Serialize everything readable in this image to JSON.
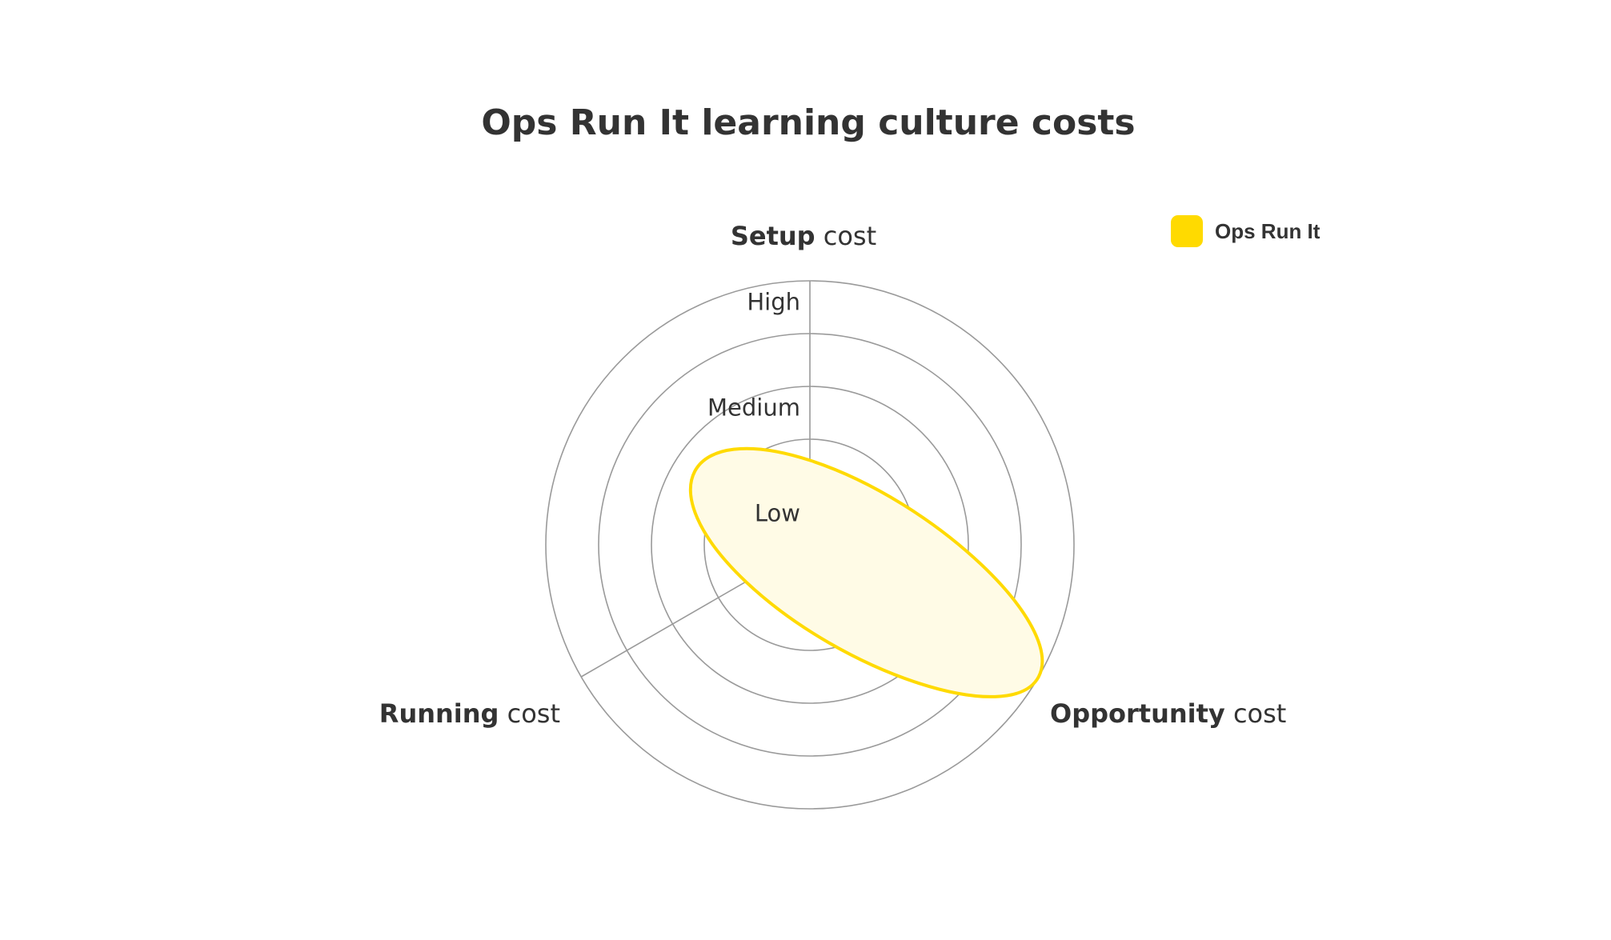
{
  "chart_data": {
    "type": "radar",
    "title": "Ops Run It learning culture costs",
    "axes": [
      {
        "bold": "Setup",
        "rest": "cost"
      },
      {
        "bold": "Opportunity",
        "rest": "cost"
      },
      {
        "bold": "Running",
        "rest": "cost"
      }
    ],
    "levels": [
      "Low",
      "Medium",
      "High"
    ],
    "scale_max": 5,
    "grid": true,
    "legend_position": "top-right",
    "series": [
      {
        "name": "Ops Run It",
        "color": "#FFDA00",
        "fill": "#FFFBE6",
        "values": [
          1.6,
          5.0,
          1.4
        ]
      }
    ]
  }
}
